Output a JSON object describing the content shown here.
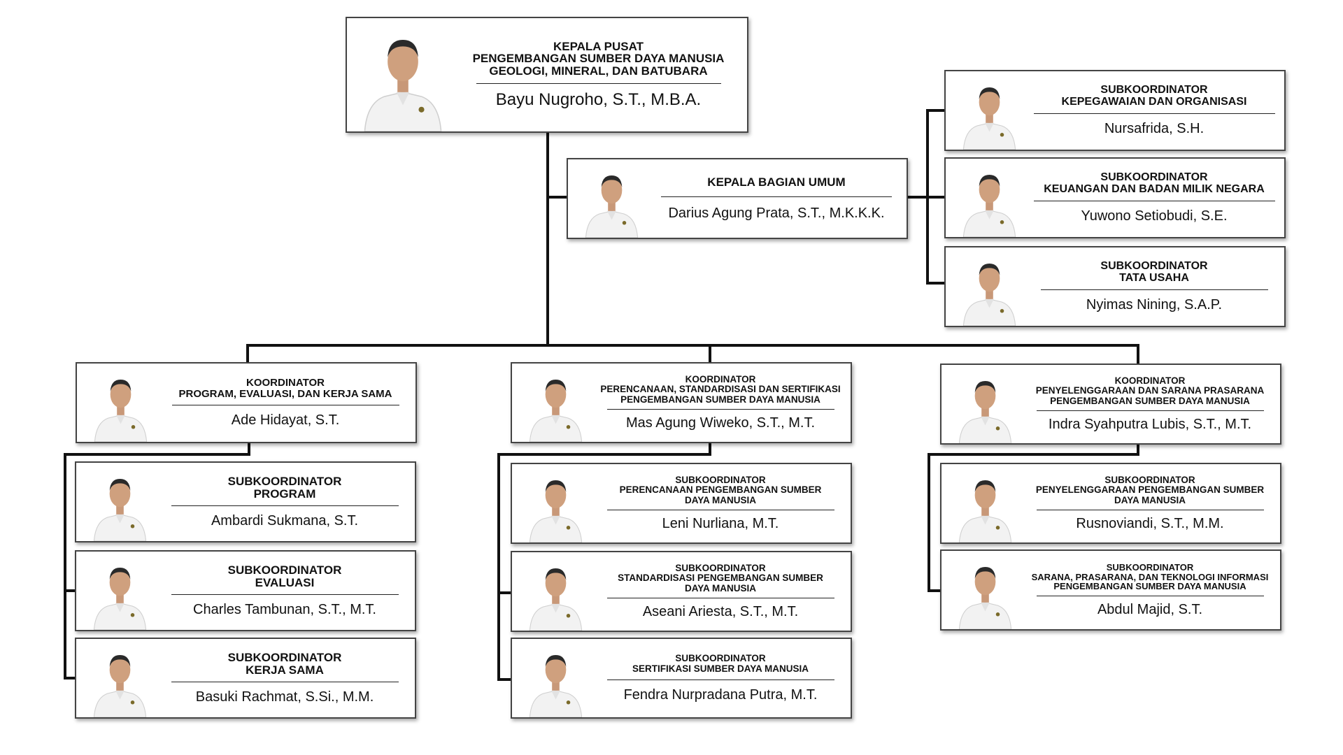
{
  "head": {
    "title_lines": [
      "KEPALA PUSAT",
      "PENGEMBANGAN SUMBER DAYA MANUSIA",
      "GEOLOGI, MINERAL, DAN BATUBARA"
    ],
    "name": "Bayu Nugroho, S.T., M.B.A."
  },
  "umum": {
    "title_lines": [
      "KEPALA BAGIAN UMUM"
    ],
    "name": "Darius Agung Prata, S.T., M.K.K.K."
  },
  "umum_subs": [
    {
      "title_lines": [
        "SUBKOORDINATOR",
        "KEPEGAWAIAN DAN ORGANISASI"
      ],
      "name": "Nursafrida, S.H."
    },
    {
      "title_lines": [
        "SUBKOORDINATOR",
        "KEUANGAN DAN BADAN MILIK NEGARA"
      ],
      "name": "Yuwono Setiobudi, S.E."
    },
    {
      "title_lines": [
        "SUBKOORDINATOR",
        "TATA USAHA"
      ],
      "name": "Nyimas Nining, S.A.P."
    }
  ],
  "coordinators": [
    {
      "title_lines": [
        "KOORDINATOR",
        "PROGRAM, EVALUASI, DAN KERJA SAMA"
      ],
      "name": "Ade Hidayat, S.T.",
      "subs": [
        {
          "title_lines": [
            "SUBKOORDINATOR",
            "PROGRAM"
          ],
          "name": "Ambardi Sukmana, S.T."
        },
        {
          "title_lines": [
            "SUBKOORDINATOR",
            "EVALUASI"
          ],
          "name": "Charles Tambunan, S.T., M.T."
        },
        {
          "title_lines": [
            "SUBKOORDINATOR",
            "KERJA SAMA"
          ],
          "name": "Basuki Rachmat, S.Si., M.M."
        }
      ]
    },
    {
      "title_lines": [
        "KOORDINATOR",
        "PERENCANAAN, STANDARDISASI DAN SERTIFIKASI",
        "PENGEMBANGAN SUMBER DAYA MANUSIA"
      ],
      "name": "Mas Agung Wiweko, S.T., M.T.",
      "subs": [
        {
          "title_lines": [
            "SUBKOORDINATOR",
            "PERENCANAAN PENGEMBANGAN SUMBER",
            "DAYA MANUSIA"
          ],
          "name": "Leni Nurliana, M.T."
        },
        {
          "title_lines": [
            "SUBKOORDINATOR",
            "STANDARDISASI PENGEMBANGAN SUMBER",
            "DAYA MANUSIA"
          ],
          "name": "Aseani Ariesta, S.T., M.T."
        },
        {
          "title_lines": [
            "SUBKOORDINATOR",
            "SERTIFIKASI SUMBER DAYA MANUSIA"
          ],
          "name": "Fendra Nurpradana Putra, M.T."
        }
      ]
    },
    {
      "title_lines": [
        "KOORDINATOR",
        "PENYELENGGARAAN DAN SARANA PRASARANA",
        "PENGEMBANGAN SUMBER DAYA MANUSIA"
      ],
      "name": "Indra Syahputra Lubis, S.T., M.T.",
      "subs": [
        {
          "title_lines": [
            "SUBKOORDINATOR",
            "PENYELENGGARAAN PENGEMBANGAN SUMBER",
            "DAYA MANUSIA"
          ],
          "name": "Rusnoviandi, S.T., M.M."
        },
        {
          "title_lines": [
            "SUBKOORDINATOR",
            "SARANA, PRASARANA, DAN TEKNOLOGI INFORMASI",
            "PENGEMBANGAN SUMBER DAYA MANUSIA"
          ],
          "name": "Abdul Majid, S.T."
        }
      ]
    }
  ]
}
